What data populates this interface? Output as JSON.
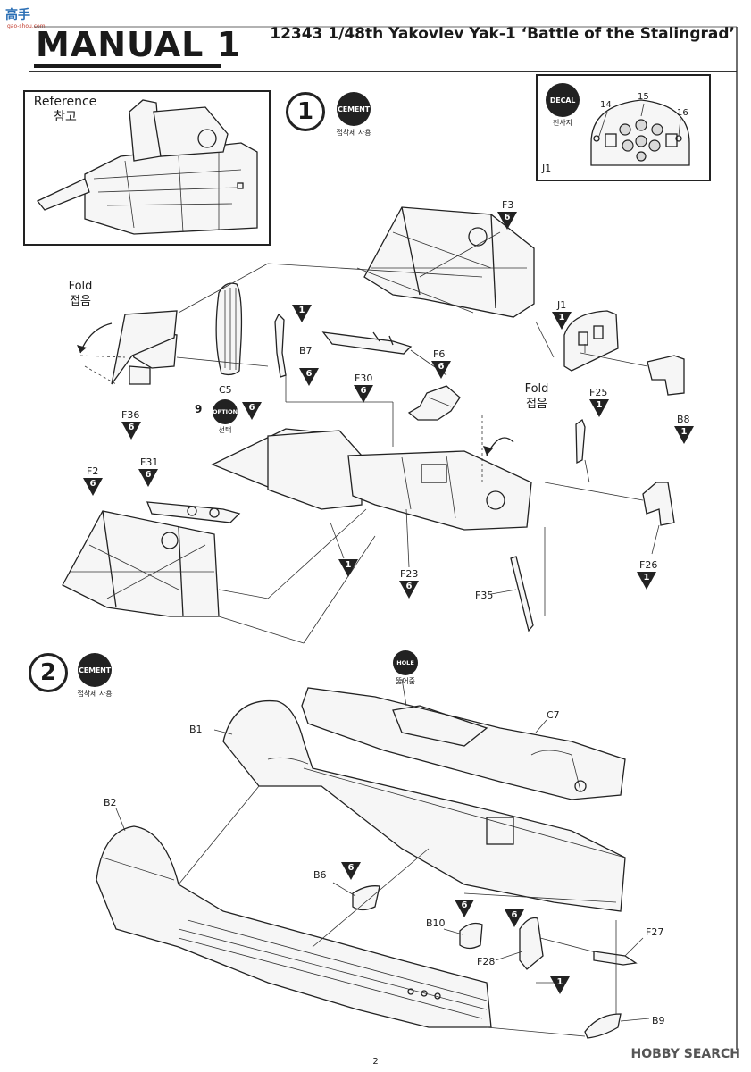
{
  "logo": {
    "text": "高手",
    "sub": "gao-shou.com"
  },
  "header": {
    "manual_title": "MANUAL 1",
    "kit_title": "12343 1/48th Yakovlev Yak-1 ‘Battle of the Stalingrad’"
  },
  "reference": {
    "label_en": "Reference",
    "label_ko": "참고"
  },
  "decal": {
    "badge": "DECAL",
    "caption": "전사지",
    "sheet": "J1",
    "numbers": [
      "14",
      "15",
      "16"
    ]
  },
  "step1": {
    "number": "1",
    "cement_badge": "CEMENT",
    "cement_caption": "접착제 사용",
    "fold_en": "Fold",
    "fold_ko": "접음",
    "fold2_en": "Fold",
    "fold2_ko": "접음",
    "option_badge": "OPTION",
    "option_caption": "선택",
    "option_left": "9",
    "parts": {
      "f3": "F3",
      "j1": "J1",
      "b7": "B7",
      "f30": "F30",
      "f6": "F6",
      "f25": "F25",
      "b8": "B8",
      "c5": "C5",
      "f36": "F36",
      "f2": "F2",
      "f31": "F31",
      "f23": "F23",
      "f26": "F26",
      "f35": "F35"
    },
    "triangles": {
      "f3": "6",
      "j1": "1",
      "b7_top": "1",
      "b7_bottom": "6",
      "f30": "6",
      "f6": "6",
      "f25": "1",
      "b8": "1",
      "c5": "6",
      "f36": "6",
      "f2": "6",
      "f31": "6",
      "f23": "6",
      "f26": "1",
      "pointer": "1"
    }
  },
  "step2": {
    "number": "2",
    "cement_badge": "CEMENT",
    "cement_caption": "접착제 사용",
    "hole_badge": "HOLE",
    "hole_caption": "뚫어줌",
    "parts": {
      "b1": "B1",
      "c7": "C7",
      "b2": "B2",
      "b6": "B6",
      "b10": "B10",
      "f27": "F27",
      "f28": "F28",
      "b9": "B9"
    },
    "triangles": {
      "b6": "6",
      "b10": "6",
      "f28": "6",
      "pointer": "1"
    }
  },
  "footer": {
    "page_number": "2",
    "watermark": "HOBBY SEARCH"
  }
}
